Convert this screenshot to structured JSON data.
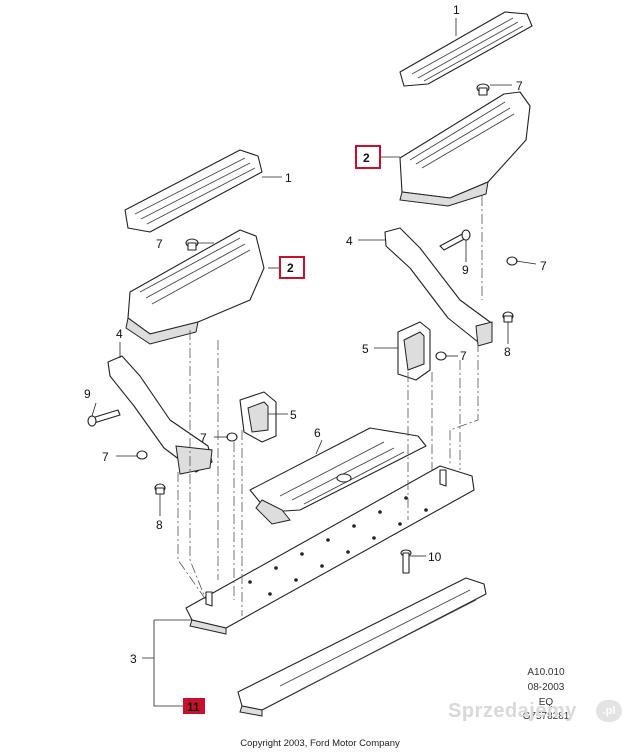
{
  "callouts": {
    "c1_top": "1",
    "c1_mid": "1",
    "c2_top": "2",
    "c2_mid": "2",
    "c3": "3",
    "c4_right": "4",
    "c4_left": "4",
    "c5_right": "5",
    "c5_left": "5",
    "c6": "6",
    "c7_a": "7",
    "c7_b": "7",
    "c7_c": "7",
    "c7_d": "7",
    "c7_e": "7",
    "c7_f": "7",
    "c8_right": "8",
    "c8_left": "8",
    "c9_right": "9",
    "c9_left": "9",
    "c10": "10",
    "c11": "11"
  },
  "reference": {
    "code": "A10.010",
    "date": "08-2003",
    "market": "EQ",
    "sheet": "G7578281"
  },
  "copyright": "Copyright 2003, Ford Motor Company",
  "watermark": {
    "text": "Sprzedajemy",
    "badge": ".pl"
  },
  "colors": {
    "highlight": "#c8102e",
    "line": "#222222"
  }
}
